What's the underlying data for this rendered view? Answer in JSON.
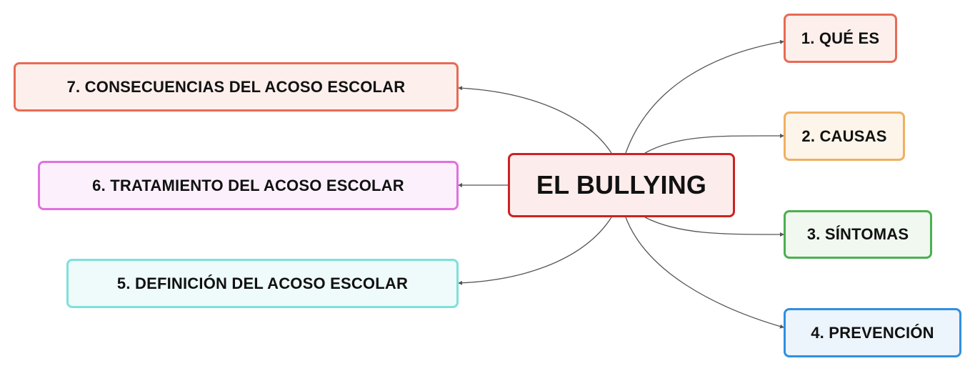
{
  "diagram": {
    "central": {
      "label": "EL BULLYING",
      "color": "#cc2222",
      "fill": "#fdecec"
    },
    "branches": [
      {
        "id": "n1",
        "label": "1. QUÉ ES",
        "color": "#e86a55",
        "fill": "#fdf0ec"
      },
      {
        "id": "n2",
        "label": "2. CAUSAS",
        "color": "#f0b060",
        "fill": "#fdf5ea"
      },
      {
        "id": "n3",
        "label": "3. SÍNTOMAS",
        "color": "#4caf50",
        "fill": "#f0f8f0"
      },
      {
        "id": "n4",
        "label": "4. PREVENCIÓN",
        "color": "#2f8fe0",
        "fill": "#ecf4fc"
      },
      {
        "id": "n5",
        "label": "5. DEFINICIÓN DEL ACOSO ESCOLAR",
        "color": "#7fe0dc",
        "fill": "#eefbfa"
      },
      {
        "id": "n6",
        "label": "6. TRATAMIENTO DEL ACOSO ESCOLAR",
        "color": "#e270e0",
        "fill": "#fdf0fd"
      },
      {
        "id": "n7",
        "label": "7. CONSECUENCIAS DEL ACOSO ESCOLAR",
        "color": "#e86a55",
        "fill": "#fdf0ec"
      }
    ],
    "connector_color": "#555555"
  }
}
